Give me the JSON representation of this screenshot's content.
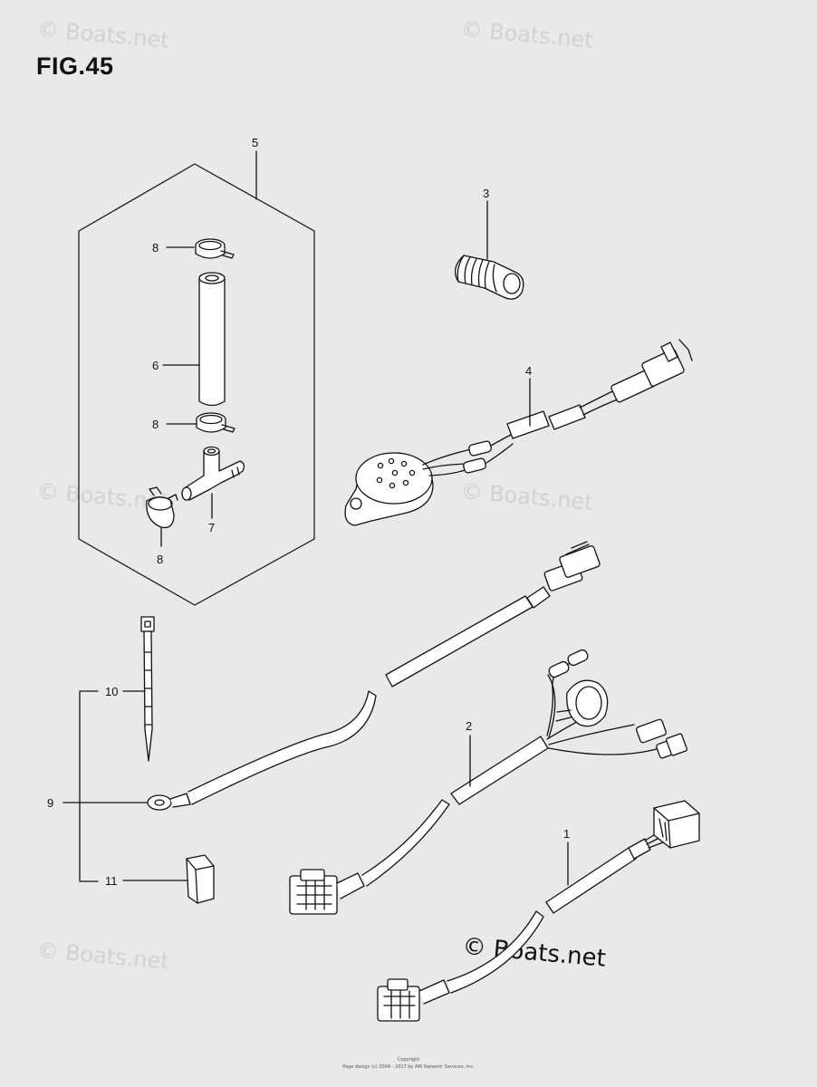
{
  "figure": {
    "title": "FIG.45"
  },
  "watermarks": {
    "faint_text": "© Boats.net",
    "main_text": "© Boats.net"
  },
  "callouts": {
    "c1": "1",
    "c2": "2",
    "c3": "3",
    "c4": "4",
    "c5": "5",
    "c6": "6",
    "c7": "7",
    "c8a": "8",
    "c8b": "8",
    "c8c": "8",
    "c9": "9",
    "c10": "10",
    "c11": "11"
  },
  "footer": {
    "line1": "Copyright",
    "line2": "Page design (c) 2004 - 2017 by ARI Network Services, Inc."
  },
  "colors": {
    "background": "#e9e9e9",
    "line": "#111111",
    "part_fill": "#ffffff"
  }
}
